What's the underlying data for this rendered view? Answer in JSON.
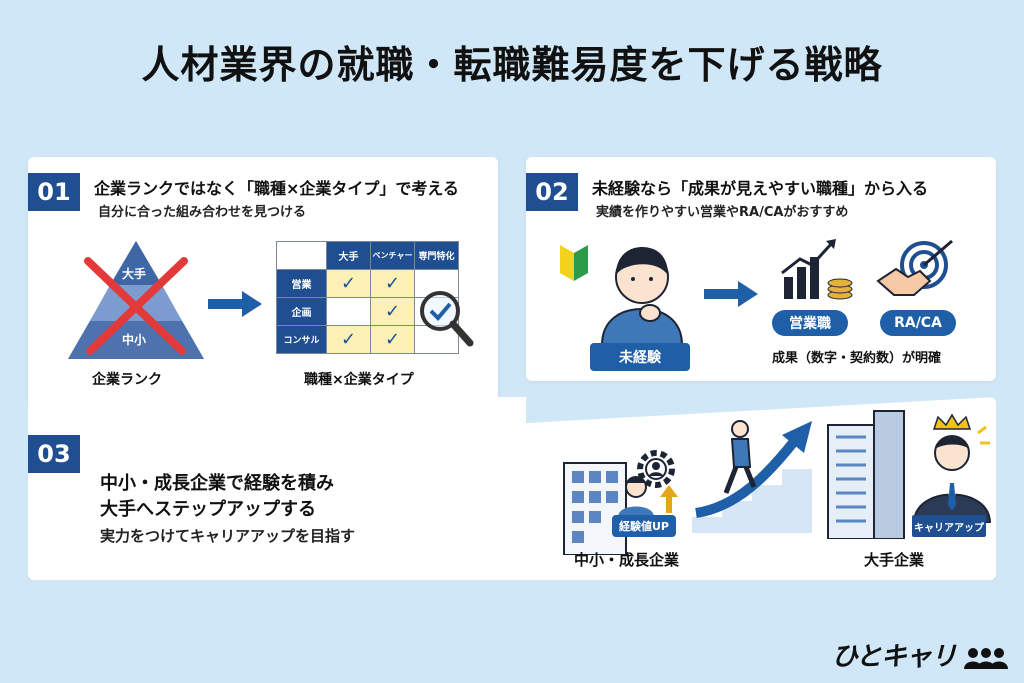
{
  "title": "人材業界の就職・転職難易度を下げる戦略",
  "card1": {
    "number": "01",
    "heading": "企業ランクではなく「職種×企業タイプ」で考える",
    "sub": "自分に合った組み合わせを見つける",
    "pyramid_top": "大手",
    "pyramid_bottom": "中小",
    "left_caption": "企業ランク",
    "right_caption": "職種×企業タイプ",
    "table_headers": [
      "大手",
      "ベンチャー",
      "専門特化"
    ],
    "table_rows": [
      {
        "label": "営業",
        "cells": [
          "✓",
          "✓",
          ""
        ]
      },
      {
        "label": "企画",
        "cells": [
          "",
          "✓",
          ""
        ]
      },
      {
        "label": "コンサル",
        "cells": [
          "✓",
          "✓",
          ""
        ]
      }
    ]
  },
  "card2": {
    "number": "02",
    "heading": "未経験なら「成果が見えやすい職種」から入る",
    "sub": "実績を作りやすい営業やRA/CAがおすすめ",
    "person_label": "未経験",
    "job1": "営業職",
    "job2": "RA/CA",
    "result_caption": "成果（数字・契約数）が明確"
  },
  "card3": {
    "number": "03",
    "line1": "中小・成長企業で経験を積み",
    "line2": "大手へステップアップする",
    "sub": "実力をつけてキャリアアップを目指す",
    "exp_badge": "経験値UP",
    "left_caption": "中小・成長企業",
    "ribbon": "キャリアアップ",
    "right_caption": "大手企業"
  },
  "logo": "ひとキャリ",
  "colors": {
    "background": "#cfe7f7",
    "accent": "#1f4f91",
    "highlight": "#fbf0b5"
  }
}
